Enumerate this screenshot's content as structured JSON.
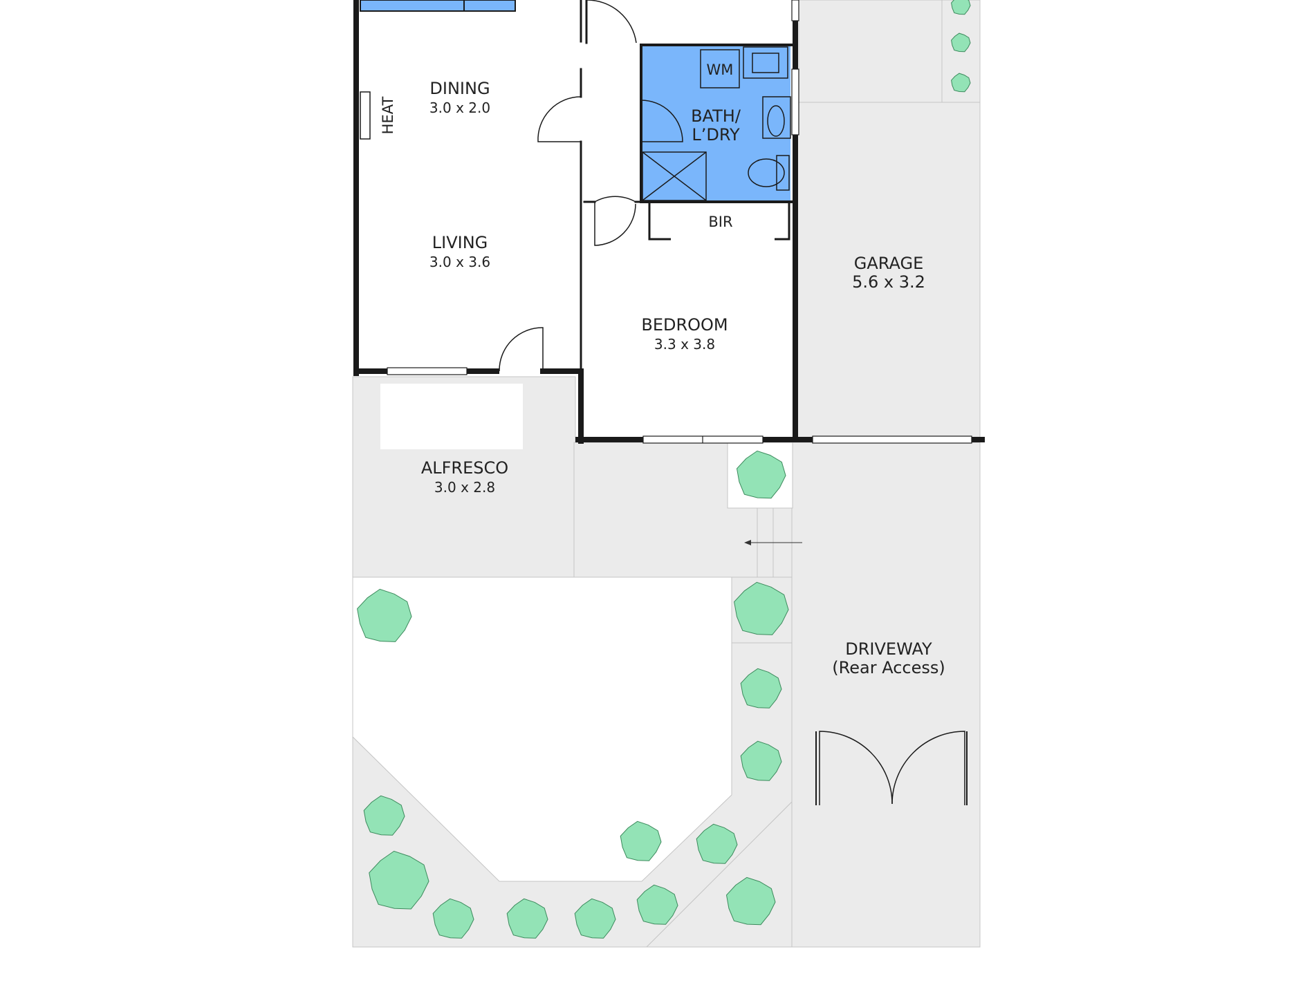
{
  "colors": {
    "wall": "#1a1a1a",
    "wet_area": "#7ab6fb",
    "outdoor": "#ebebeb",
    "floor": "#ffffff",
    "plant": "#93e3b6",
    "plant_stroke": "#3c8a5c"
  },
  "rooms": {
    "dining": {
      "name": "DINING",
      "dims": "3.0 x 2.0"
    },
    "living": {
      "name": "LIVING",
      "dims": "3.0 x 3.6"
    },
    "bath": {
      "name_line1": "BATH/",
      "name_line2": "L’DRY"
    },
    "bedroom": {
      "name": "BEDROOM",
      "dims": "3.3 x 3.8"
    },
    "garage": {
      "name": "GARAGE",
      "dims": "5.6 x 3.2"
    },
    "alfresco": {
      "name": "ALFRESCO",
      "dims": "3.0 x 2.8"
    },
    "driveway": {
      "name": "DRIVEWAY",
      "note": "(Rear Access)"
    }
  },
  "fixtures": {
    "heat": "HEAT",
    "wm": "WM",
    "bir": "BIR"
  }
}
